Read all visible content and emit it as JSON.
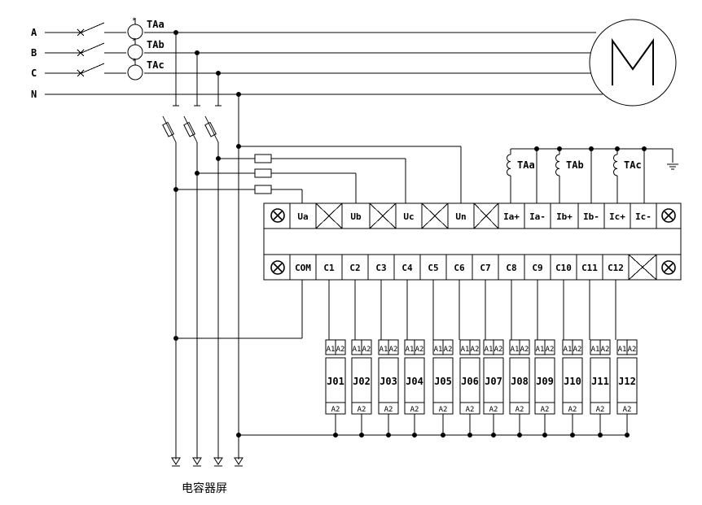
{
  "phases": [
    "A",
    "B",
    "C",
    "N"
  ],
  "ct_labels": [
    "TAa",
    "TAb",
    "TAc"
  ],
  "motor_symbol": "M",
  "voltage_terminals": [
    "Ua",
    "Ub",
    "Uc",
    "Un"
  ],
  "current_terminals": [
    "Ia+",
    "Ia-",
    "Ib+",
    "Ib-",
    "Ic+",
    "Ic-"
  ],
  "ct_secondary_labels": [
    "TAa",
    "TAb",
    "TAc"
  ],
  "output_common": "COM",
  "outputs": [
    "C1",
    "C2",
    "C3",
    "C4",
    "C5",
    "C6",
    "C7",
    "C8",
    "C9",
    "C10",
    "C11",
    "C12"
  ],
  "contactors": [
    "J01",
    "J02",
    "J03",
    "J04",
    "J05",
    "J06",
    "J07",
    "J08",
    "J09",
    "J10",
    "J11",
    "J12"
  ],
  "coil_top_labels": [
    "A1",
    "A2"
  ],
  "coil_bottom_label": "A2",
  "capacitor_panel_label": "电容器屏"
}
